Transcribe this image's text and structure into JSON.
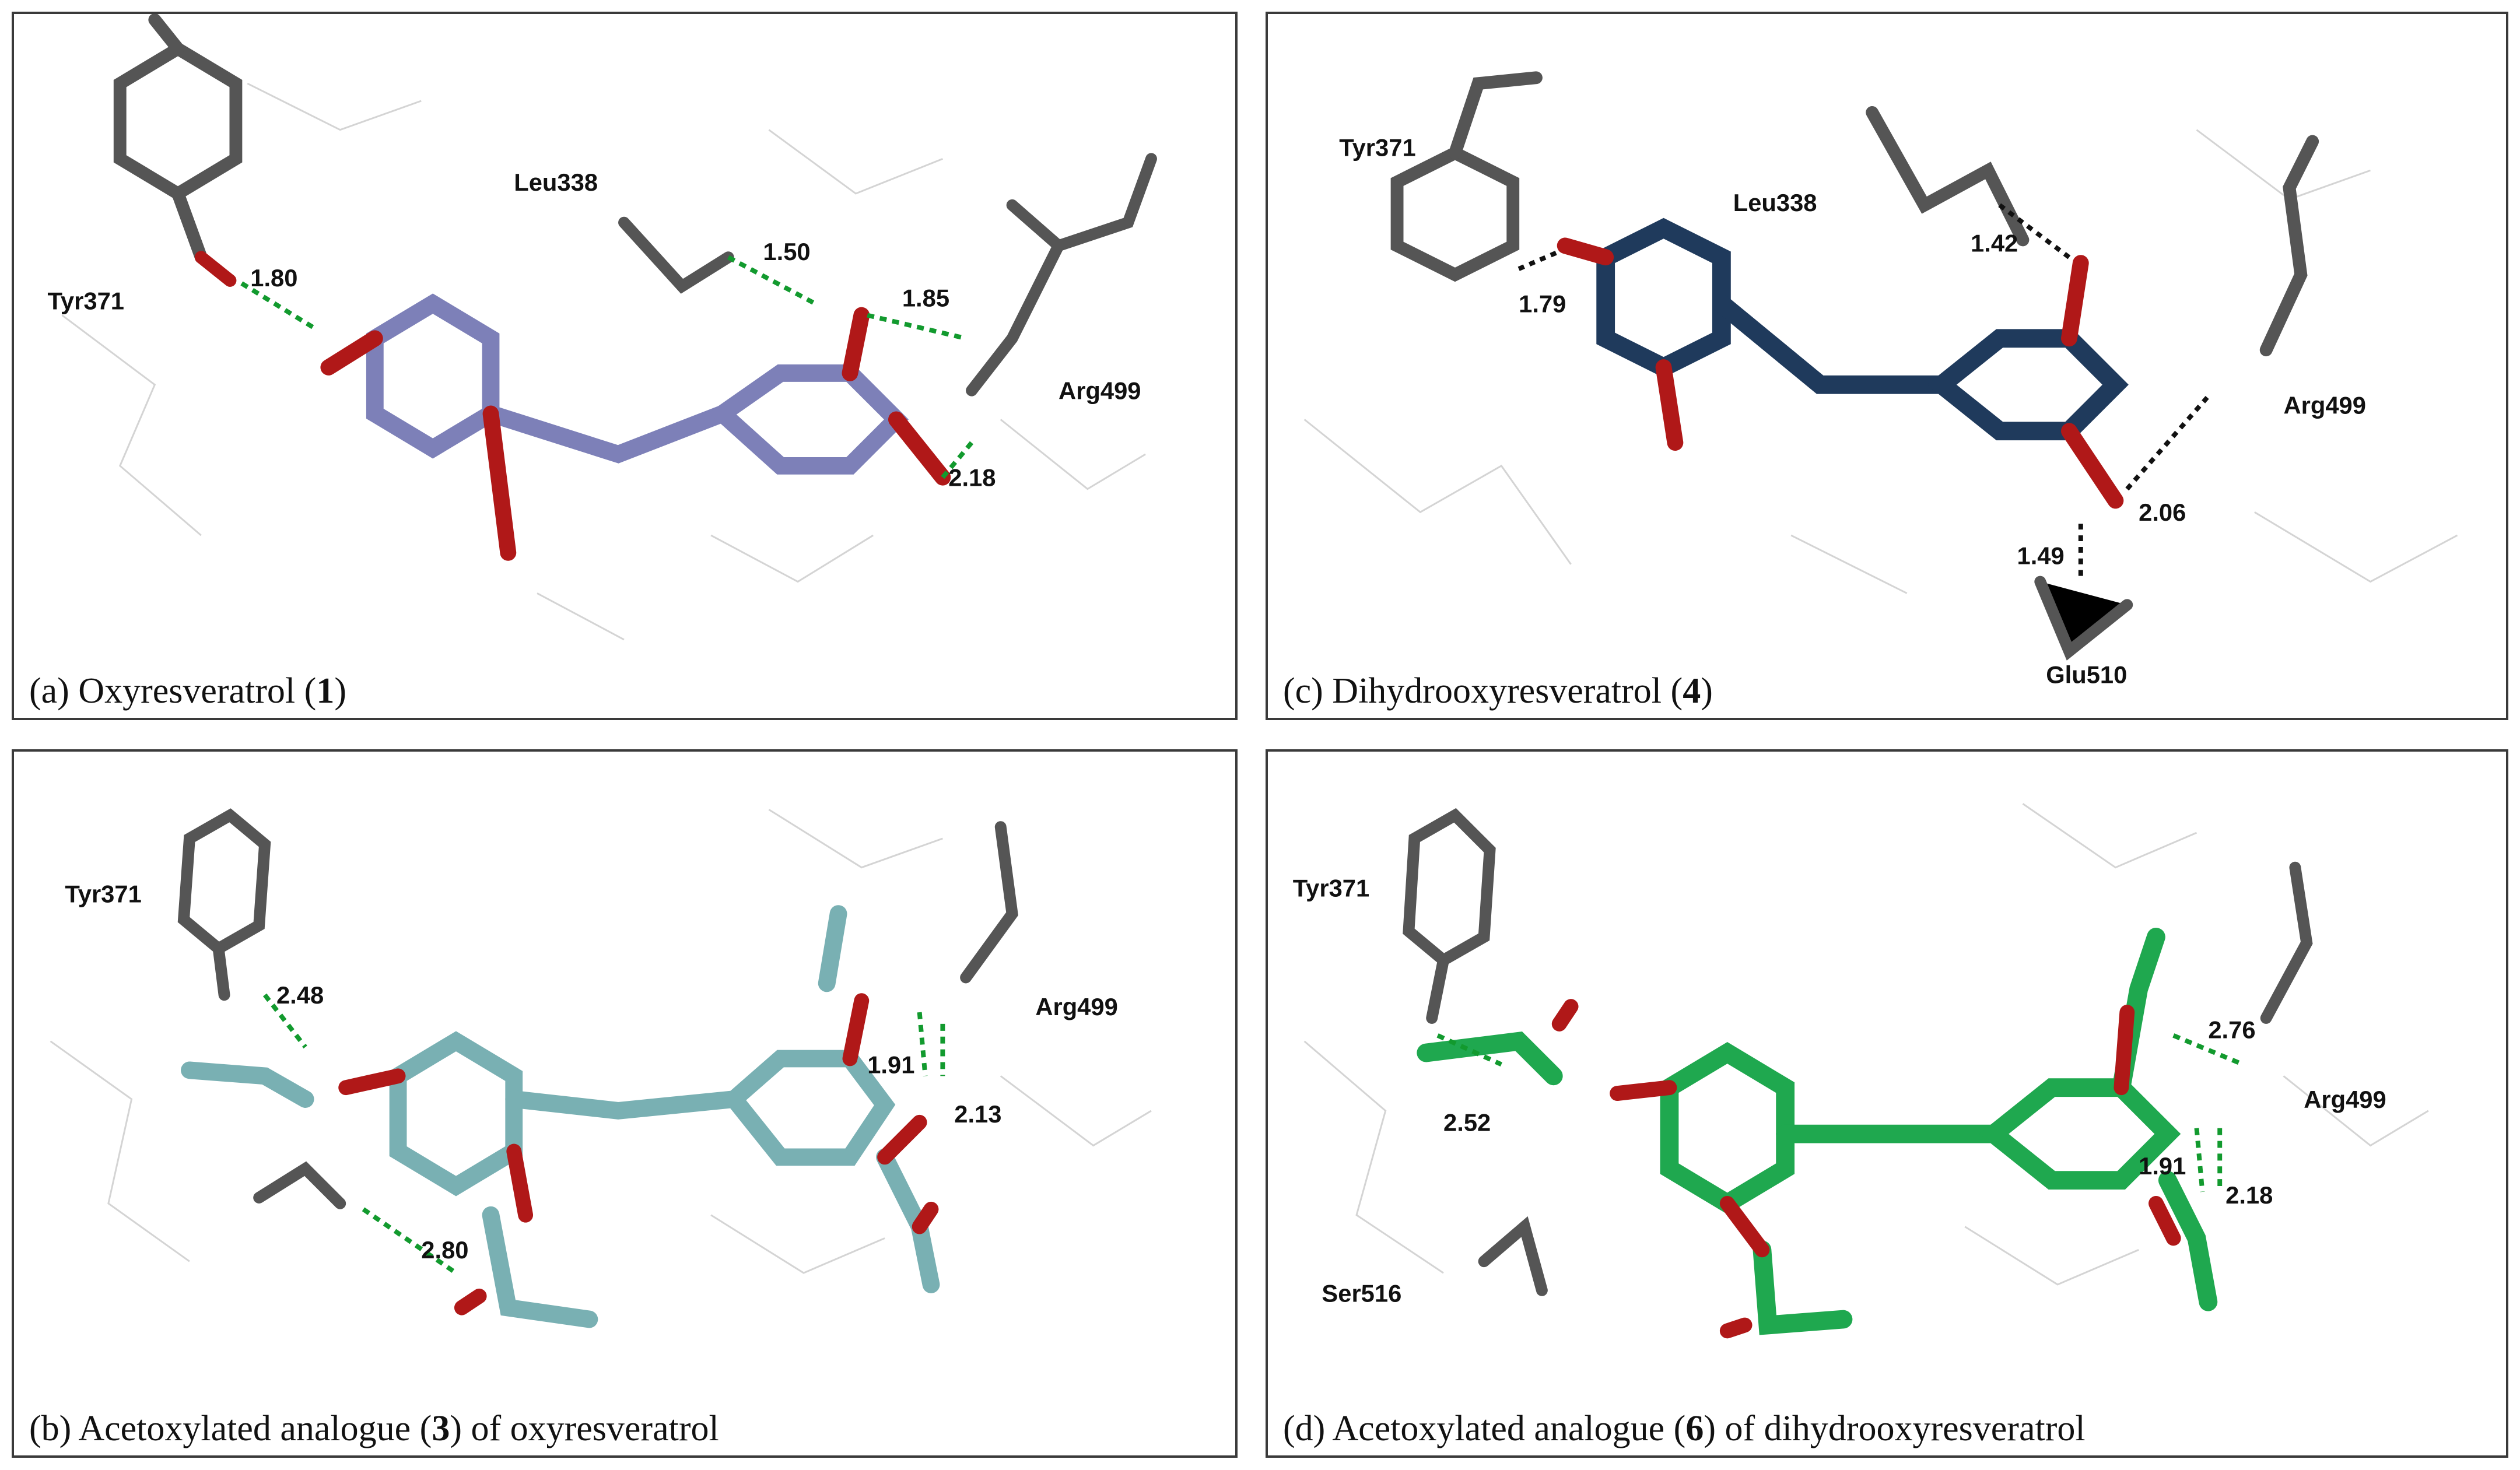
{
  "colors": {
    "ligand_a": "#7d80b8",
    "ligand_c": "#1f3a5c",
    "ligand_b": "#79b0b3",
    "ligand_d": "#1fa84f",
    "residue": "#555555",
    "oxygen": "#b01818",
    "nitrogen": "#4a4a9a",
    "hydrogen": "#8f8f8f",
    "hbond_green": "#129a2e",
    "hbond_black": "#111111"
  },
  "panels": [
    {
      "id": "a",
      "caption_prefix": "(a) Oxyresveratrol (",
      "caption_num": "1",
      "caption_suffix": ")",
      "residues": [
        "Tyr371",
        "Leu338",
        "Arg499"
      ],
      "distances": [
        "1.80",
        "1.50",
        "1.85",
        "2.18"
      ]
    },
    {
      "id": "c",
      "caption_prefix": "(c) Dihydrooxyresveratrol  (",
      "caption_num": "4",
      "caption_suffix": ")",
      "residues": [
        "Tyr371",
        "Leu338",
        "Arg499",
        "Glu510"
      ],
      "distances": [
        "1.79",
        "1.42",
        "2.06",
        "1.49"
      ]
    },
    {
      "id": "b",
      "caption_prefix": "(b) Acetoxylated analogue (",
      "caption_num": "3",
      "caption_suffix": ") of oxyresveratrol",
      "residues": [
        "Tyr371",
        "Arg499"
      ],
      "distances": [
        "2.48",
        "1.91",
        "2.13",
        "2.80"
      ]
    },
    {
      "id": "d",
      "caption_prefix": "(d) Acetoxylated analogue (",
      "caption_num": "6",
      "caption_suffix": ") of dihydrooxyresveratrol",
      "residues": [
        "Tyr371",
        "Ser516",
        "Arg499"
      ],
      "distances": [
        "2.52",
        "2.76",
        "1.91",
        "2.18"
      ]
    }
  ]
}
